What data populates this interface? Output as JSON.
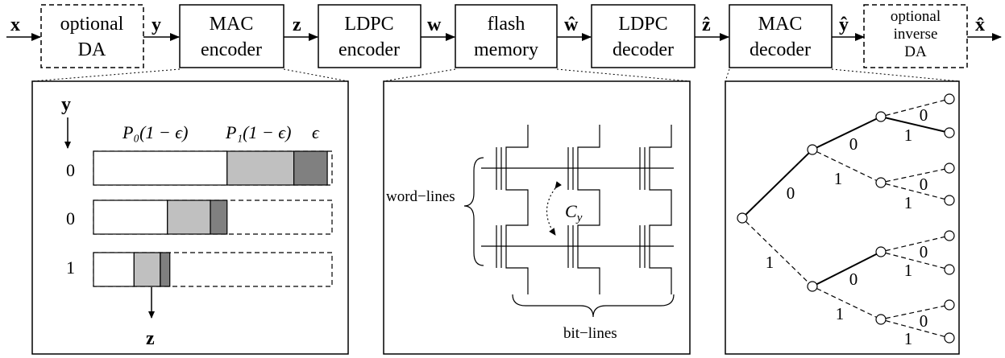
{
  "pipeline": {
    "signals": {
      "x": "x",
      "y": "y",
      "z": "z",
      "w": "w",
      "w_hat": "ŵ",
      "z_hat": "ẑ",
      "y_hat": "ŷ",
      "x_hat": "x̂"
    },
    "blocks": {
      "optional_da": [
        "optional",
        "DA"
      ],
      "mac_encoder": [
        "MAC",
        "encoder"
      ],
      "ldpc_encoder": [
        "LDPC",
        "encoder"
      ],
      "flash_memory": [
        "flash",
        "memory"
      ],
      "ldpc_decoder": [
        "LDPC",
        "decoder"
      ],
      "mac_decoder": [
        "MAC",
        "decoder"
      ],
      "optional_inverse_da": [
        "optional",
        "inverse",
        "DA"
      ]
    }
  },
  "mac_panel": {
    "input_label": "y",
    "output_label": "z",
    "p0_label": "P₀(1 − ϵ)",
    "p1_label": "P₁(1 − ϵ)",
    "eps_label": "ϵ",
    "rows": [
      {
        "bit": "0",
        "p0": 0.56,
        "p1": 0.28,
        "eps": 0.14
      },
      {
        "bit": "0",
        "p0": 0.31,
        "p1": 0.18,
        "eps": 0.07
      },
      {
        "bit": "1",
        "p0": 0.17,
        "p1": 0.11,
        "eps": 0.04
      }
    ],
    "colors": {
      "p1": "#c0c0c0",
      "eps": "#808080"
    }
  },
  "flash_panel": {
    "word_lines_label": "word−lines",
    "bit_lines_label": "bit−lines",
    "coupling_label": "C_y"
  },
  "tree_panel": {
    "edge_labels": {
      "root_up": "0",
      "root_down": "1",
      "a_up": "0",
      "a_down": "1",
      "b_up": "0",
      "b_down": "1",
      "c_up": "0",
      "c_down": "1",
      "d_up": "0",
      "d_down": "1",
      "e_up": "0",
      "e_down": "1",
      "f_up": "0",
      "f_down": "1"
    }
  }
}
